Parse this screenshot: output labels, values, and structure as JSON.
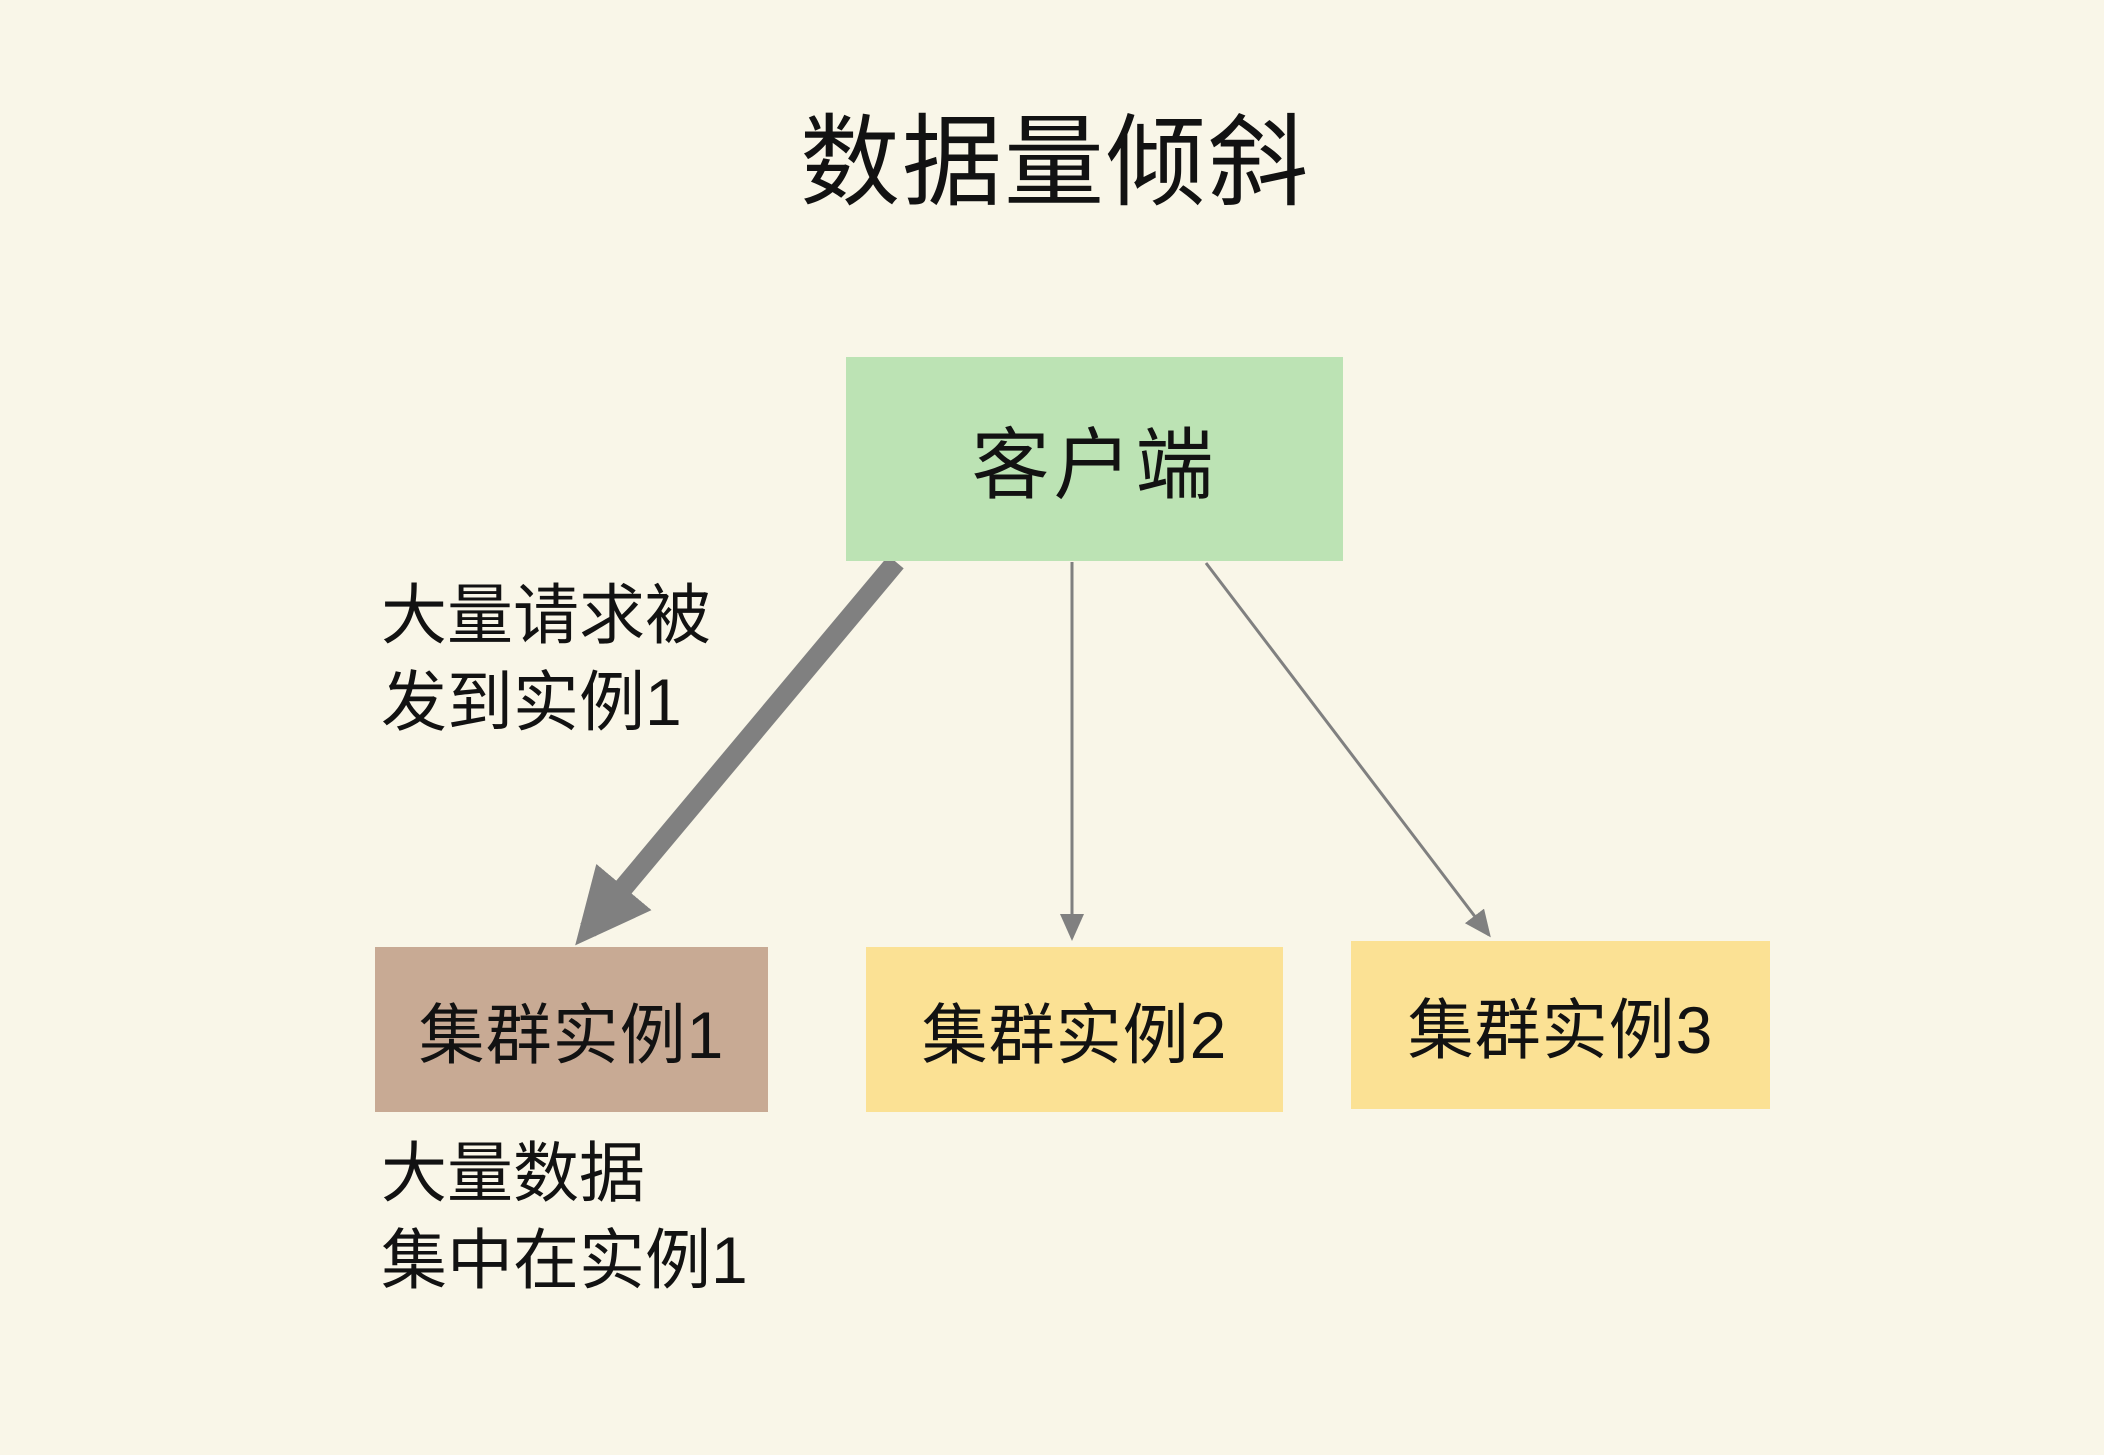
{
  "title": "数据量倾斜",
  "colors": {
    "background": "#f9f6e8",
    "client_box": "#bce3b4",
    "instance1_box": "#c8aa94",
    "instance_box": "#fbe194",
    "arrow": "#808080",
    "text": "#121212"
  },
  "diagram": {
    "client": {
      "label": "客户端"
    },
    "instances": [
      {
        "label": "集群实例1"
      },
      {
        "label": "集群实例2"
      },
      {
        "label": "集群实例3"
      }
    ],
    "annotations": {
      "requests": {
        "line1": "大量请求被",
        "line2": "发到实例1"
      },
      "data": {
        "line1": "大量数据",
        "line2": "集中在实例1"
      }
    }
  }
}
